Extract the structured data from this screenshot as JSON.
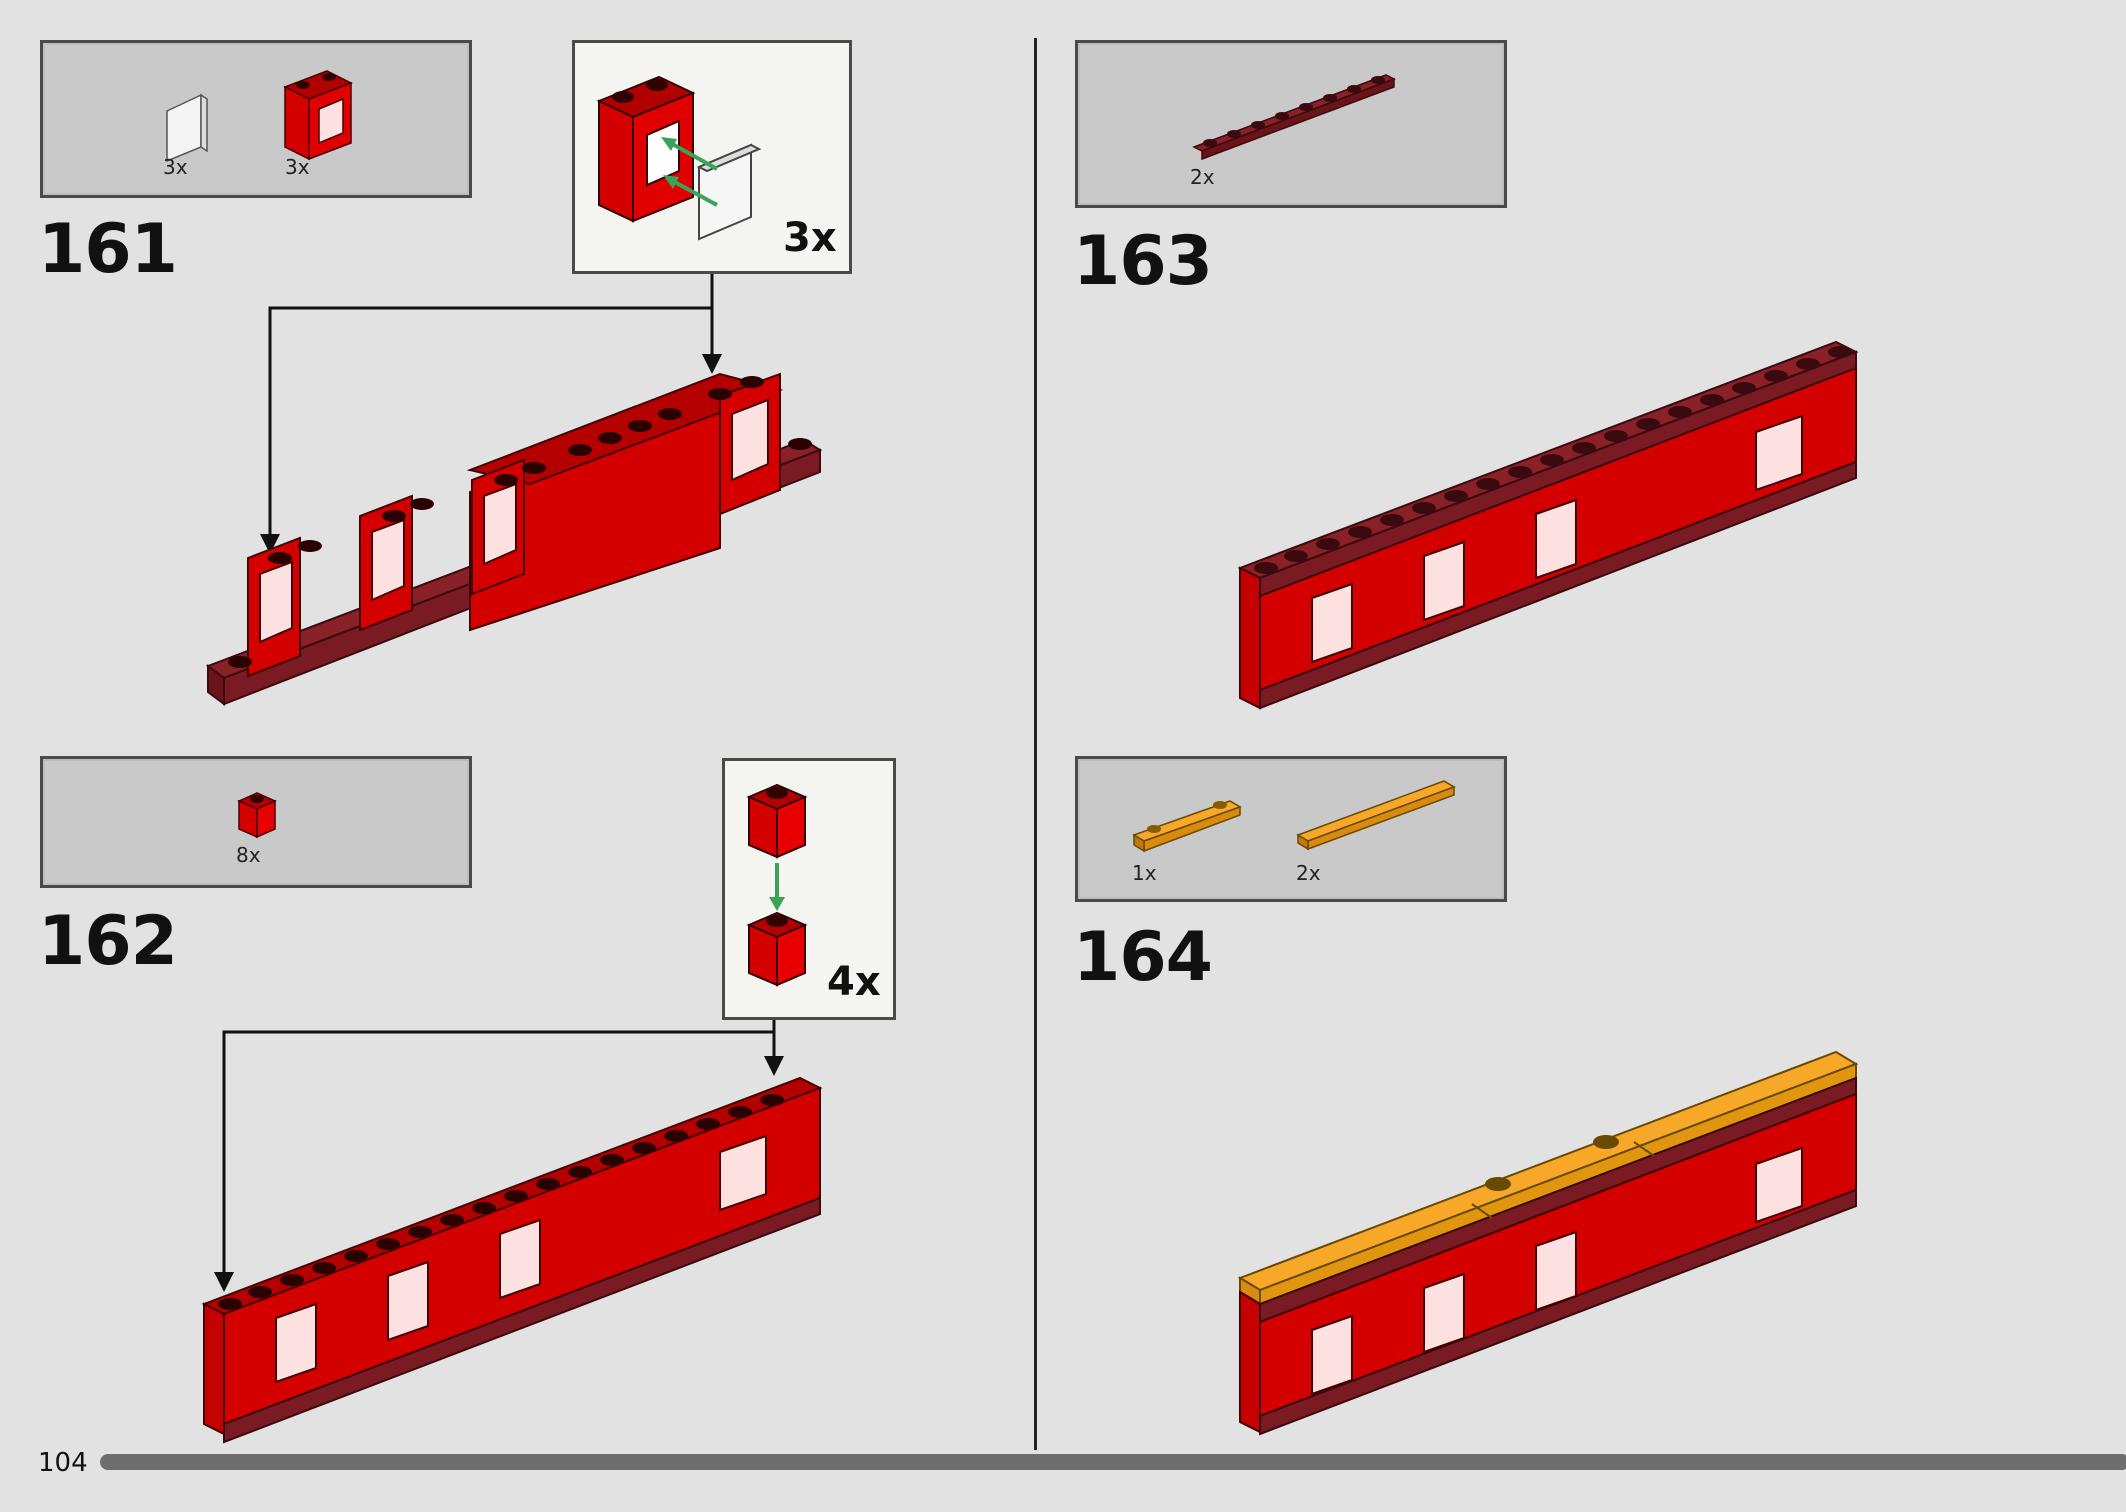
{
  "page_number": "104",
  "steps": [
    {
      "number": "161",
      "parts": [
        {
          "qty": "3x",
          "icon": "clear-window-pane-icon"
        },
        {
          "qty": "3x",
          "icon": "red-window-frame-icon"
        }
      ],
      "callout_multiplier": "3x"
    },
    {
      "number": "162",
      "parts": [
        {
          "qty": "8x",
          "icon": "red-brick-1x1-icon"
        }
      ],
      "callout_multiplier": "4x"
    },
    {
      "number": "163",
      "parts": [
        {
          "qty": "2x",
          "icon": "dark-red-plate-1x8-icon"
        }
      ]
    },
    {
      "number": "164",
      "parts": [
        {
          "qty": "1x",
          "icon": "orange-plate-1x4-icon"
        },
        {
          "qty": "2x",
          "icon": "orange-tile-1x6-icon"
        }
      ]
    }
  ],
  "colors": {
    "page_bg": "#e2e2e2",
    "parts_bg": "#c9c9c9",
    "callout_bg": "#f4f4f0",
    "red": "#d40000",
    "dark_red": "#7a1a22",
    "orange": "#f7a829",
    "arrow_green": "#3aa35a"
  }
}
